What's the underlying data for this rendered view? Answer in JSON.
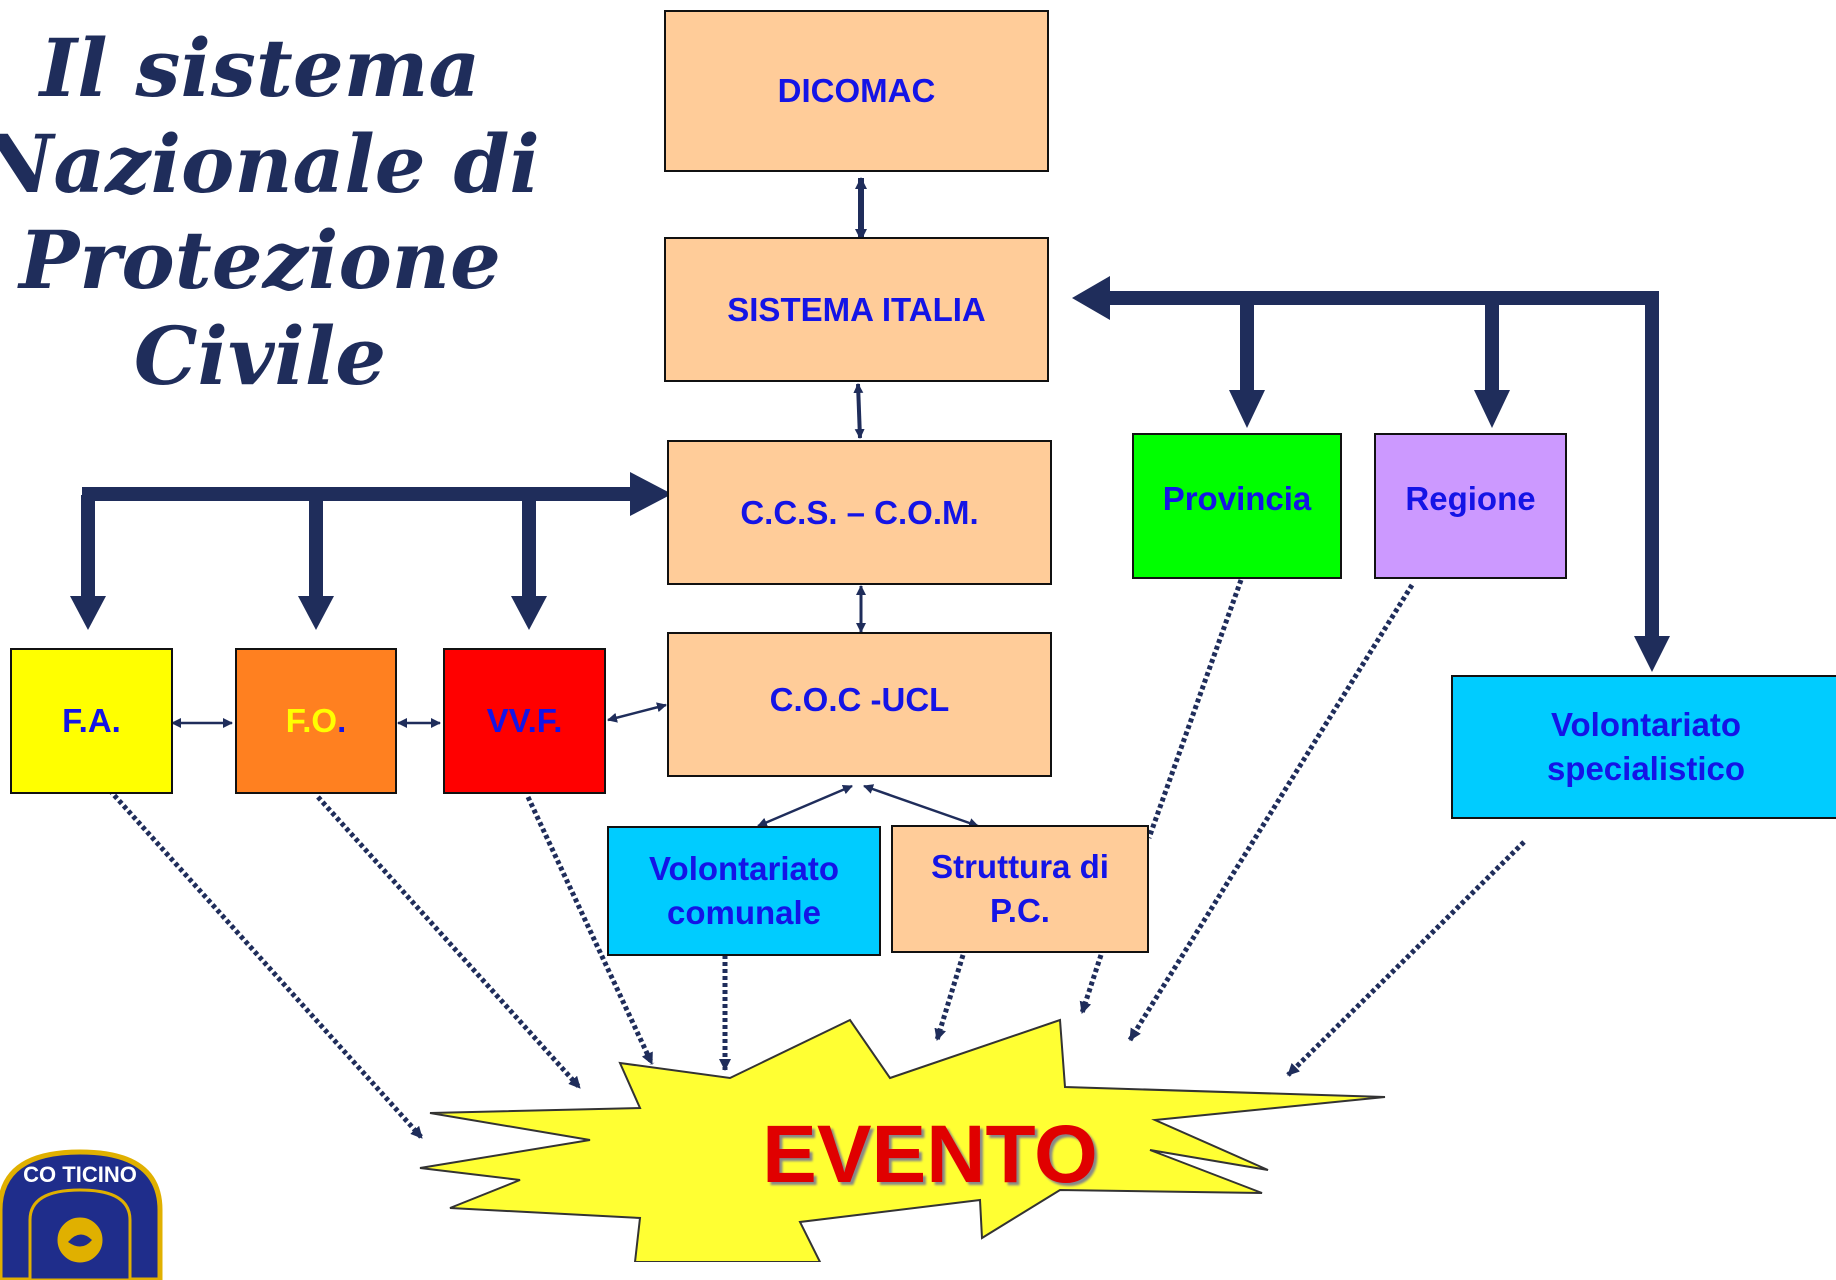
{
  "title": {
    "line1": "Il sistema",
    "line2": "Nazionale di",
    "line3": "Protezione Civile"
  },
  "nodes": {
    "dicomac": "DICOMAC",
    "sistema_italia": "SISTEMA ITALIA",
    "ccs_com": "C.C.S. – C.O.M.",
    "coc_ucl": "C.O.C -UCL",
    "provincia": "Provincia",
    "regione": "Regione",
    "fa": "F.A.",
    "fo": "F.O",
    "fo_dot": ".",
    "vvf": "VV.F.",
    "volontariato_comunale_1": "Volontariato",
    "volontariato_comunale_2": "comunale",
    "struttura_pc_1": "Struttura di",
    "struttura_pc_2": "P.C.",
    "volontariato_specialistico_1": "Volontariato",
    "volontariato_specialistico_2": "specialistico"
  },
  "evento": "EVENTO",
  "logo_text": "CO TICINO",
  "colors": {
    "navy": "#1F2D5B",
    "peach": "#FFCC99",
    "blue_text": "#1414E6",
    "yellow": "#FFFF00",
    "orange": "#FF8020",
    "red": "#FF0000",
    "green": "#00FF00",
    "lilac": "#CC99FF",
    "cyan": "#00CCFF",
    "evento_red": "#E00000"
  }
}
